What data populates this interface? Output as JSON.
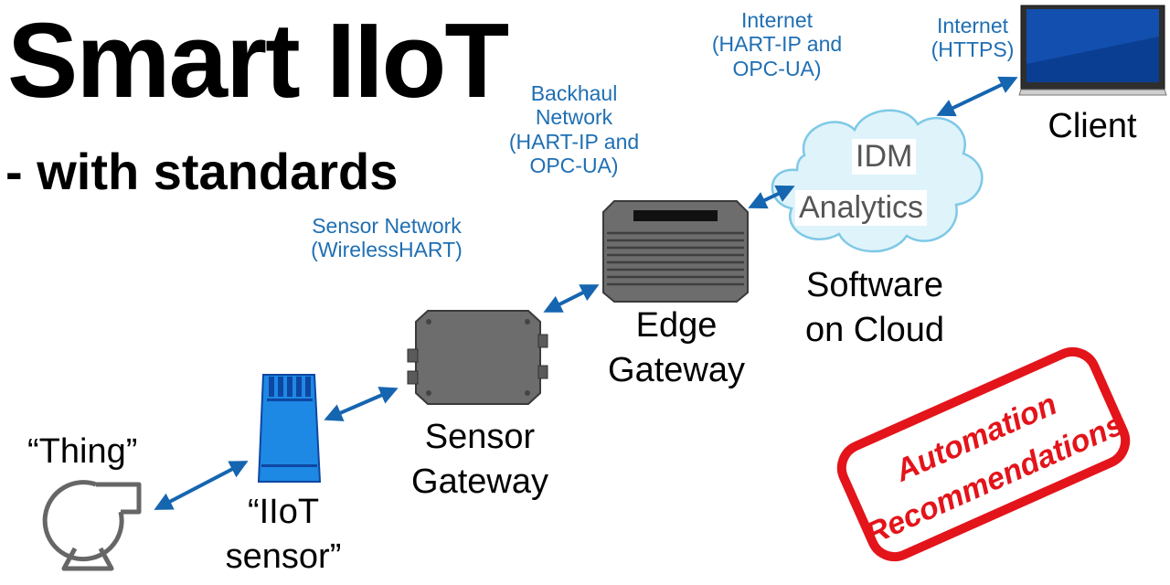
{
  "title": "Smart IIoT",
  "subtitle": "- with standards",
  "network_labels": {
    "sensor_network": "Sensor Network\n(WirelessHART)",
    "backhaul_network": "Backhaul\nNetwork\n(HART-IP and\nOPC-UA)",
    "internet_cloud": "Internet\n(HART-IP and\nOPC-UA)",
    "internet_client": "Internet\n(HTTPS)"
  },
  "device_labels": {
    "thing": "“Thing”",
    "iiot_sensor": "“IIoT\nsensor”",
    "sensor_gateway": "Sensor\nGateway",
    "edge_gateway": "Edge\nGateway",
    "cloud_software": "Software\non Cloud",
    "client": "Client"
  },
  "cloud_items": {
    "idm": "IDM",
    "analytics": "Analytics"
  },
  "stamp": {
    "line1": "Automation",
    "line2": "Recommendations"
  },
  "icons": [
    "pump-icon",
    "wireless-sensor-icon",
    "sensor-gateway-icon",
    "edge-gateway-icon",
    "cloud-icon",
    "laptop-icon",
    "bidirectional-arrow-icon"
  ],
  "colors": {
    "network_text": "#1f6fb3",
    "arrow": "#1565b0",
    "sensor_fill": "#1e88e5",
    "gateway_fill": "#6d6d6d",
    "cloud_fill": "#dff3fb",
    "stamp_red": "#e3141a"
  }
}
